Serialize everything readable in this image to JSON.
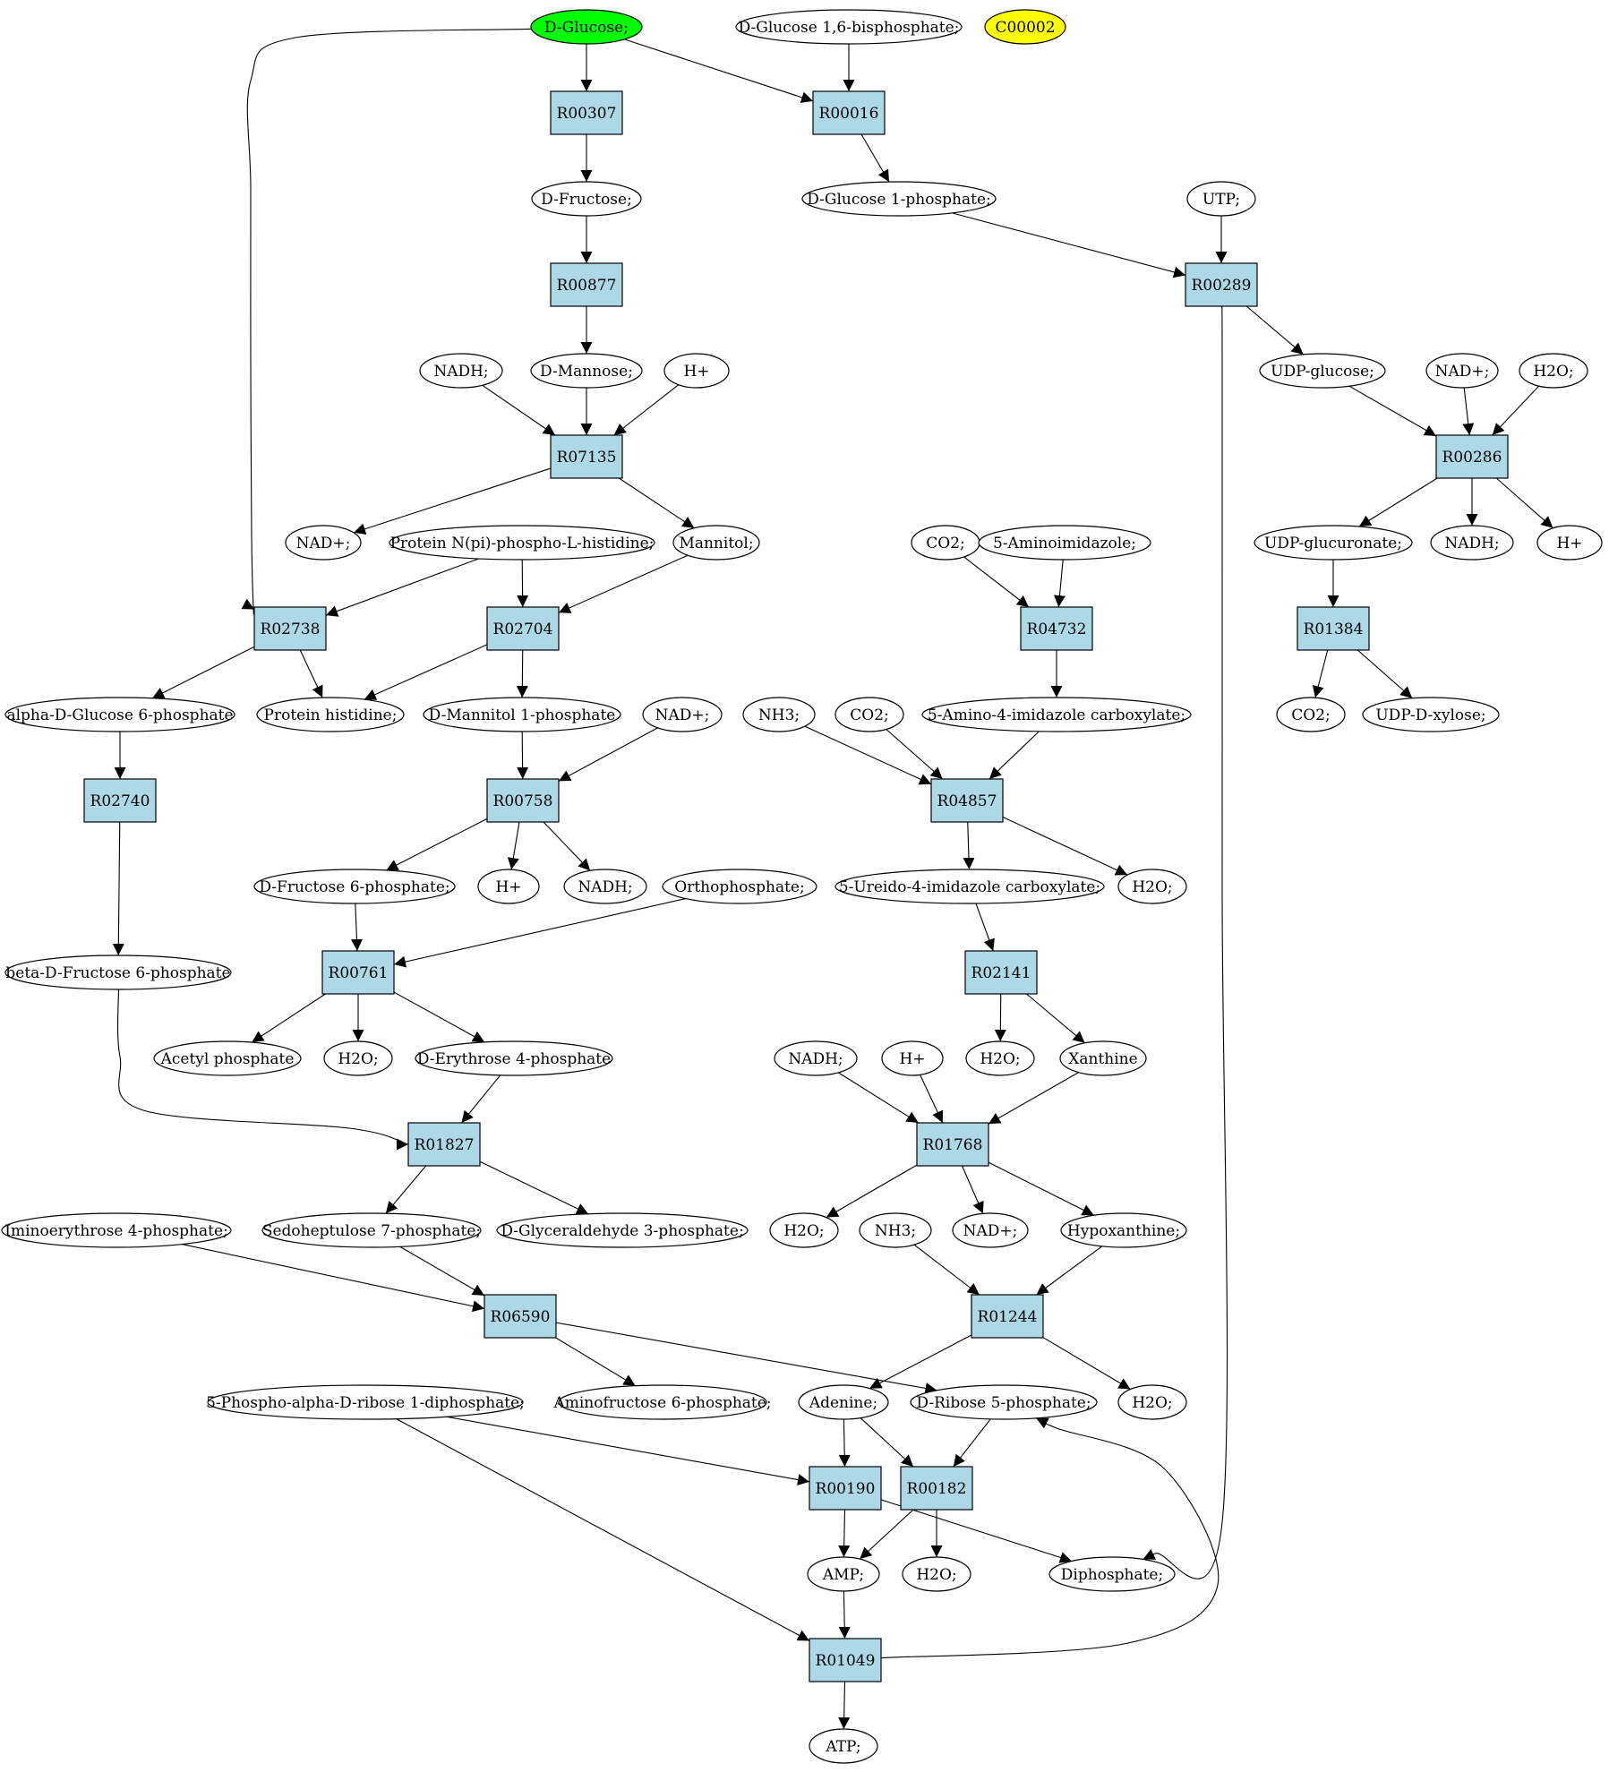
{
  "colors": {
    "reaction_fill": "#add8e6",
    "metabolite_fill": "#ffffff",
    "start_fill": "#00ff00",
    "highlight_fill": "#ffff00",
    "stroke": "#000000"
  },
  "nodes": {
    "Glc": {
      "label": "D-Glucose;",
      "kind": "start"
    },
    "G16bp": {
      "label": "D-Glucose 1,6-bisphosphate;",
      "kind": "metabolite"
    },
    "C00002": {
      "label": "C00002",
      "kind": "highlight"
    },
    "R00307": {
      "label": "R00307",
      "kind": "reaction"
    },
    "R00016": {
      "label": "R00016",
      "kind": "reaction"
    },
    "Fru": {
      "label": "D-Fructose;",
      "kind": "metabolite"
    },
    "G1P": {
      "label": "D-Glucose 1-phosphate;",
      "kind": "metabolite"
    },
    "UTP": {
      "label": "UTP;",
      "kind": "metabolite"
    },
    "R00877": {
      "label": "R00877",
      "kind": "reaction"
    },
    "R00289": {
      "label": "R00289",
      "kind": "reaction"
    },
    "NADH_a": {
      "label": "NADH;",
      "kind": "metabolite"
    },
    "Man": {
      "label": "D-Mannose;",
      "kind": "metabolite"
    },
    "Hp_a": {
      "label": "H+",
      "kind": "metabolite"
    },
    "UDPG": {
      "label": "UDP-glucose;",
      "kind": "metabolite"
    },
    "NADp_a": {
      "label": "NAD+;",
      "kind": "metabolite"
    },
    "H2O_a": {
      "label": "H2O;",
      "kind": "metabolite"
    },
    "R07135": {
      "label": "R07135",
      "kind": "reaction"
    },
    "R00286": {
      "label": "R00286",
      "kind": "reaction"
    },
    "NADp_b": {
      "label": "NAD+;",
      "kind": "metabolite"
    },
    "PNHis": {
      "label": "Protein N(pi)-phospho-L-histidine;",
      "kind": "metabolite"
    },
    "Mtl": {
      "label": "Mannitol;",
      "kind": "metabolite"
    },
    "CO2_a": {
      "label": "CO2;",
      "kind": "metabolite"
    },
    "AIm": {
      "label": "5-Aminoimidazole;",
      "kind": "metabolite"
    },
    "UDPGA": {
      "label": "UDP-glucuronate;",
      "kind": "metabolite"
    },
    "NADH_b": {
      "label": "NADH;",
      "kind": "metabolite"
    },
    "Hp_b": {
      "label": "H+",
      "kind": "metabolite"
    },
    "R02738": {
      "label": "R02738",
      "kind": "reaction"
    },
    "R02704": {
      "label": "R02704",
      "kind": "reaction"
    },
    "R04732": {
      "label": "R04732",
      "kind": "reaction"
    },
    "R01384": {
      "label": "R01384",
      "kind": "reaction"
    },
    "aG6P": {
      "label": "alpha-D-Glucose 6-phosphate",
      "kind": "metabolite"
    },
    "PHis": {
      "label": "Protein histidine;",
      "kind": "metabolite"
    },
    "M1P": {
      "label": "D-Mannitol 1-phosphate",
      "kind": "metabolite"
    },
    "NADp_c": {
      "label": "NAD+;",
      "kind": "metabolite"
    },
    "NH3_a": {
      "label": "NH3;",
      "kind": "metabolite"
    },
    "CO2_b": {
      "label": "CO2;",
      "kind": "metabolite"
    },
    "AIC": {
      "label": "5-Amino-4-imidazole carboxylate;",
      "kind": "metabolite"
    },
    "CO2_c": {
      "label": "CO2;",
      "kind": "metabolite"
    },
    "UDPX": {
      "label": "UDP-D-xylose;",
      "kind": "metabolite"
    },
    "R02740": {
      "label": "R02740",
      "kind": "reaction"
    },
    "R00758": {
      "label": "R00758",
      "kind": "reaction"
    },
    "R04857": {
      "label": "R04857",
      "kind": "reaction"
    },
    "F6P": {
      "label": "D-Fructose 6-phosphate;",
      "kind": "metabolite"
    },
    "Hp_c": {
      "label": "H+",
      "kind": "metabolite"
    },
    "NADH_c": {
      "label": "NADH;",
      "kind": "metabolite"
    },
    "Pi": {
      "label": "Orthophosphate;",
      "kind": "metabolite"
    },
    "UIC": {
      "label": "5-Ureido-4-imidazole carboxylate;",
      "kind": "metabolite"
    },
    "H2O_b": {
      "label": "H2O;",
      "kind": "metabolite"
    },
    "bF6P": {
      "label": "beta-D-Fructose 6-phosphate",
      "kind": "metabolite"
    },
    "R00761": {
      "label": "R00761",
      "kind": "reaction"
    },
    "R02141": {
      "label": "R02141",
      "kind": "reaction"
    },
    "AcP": {
      "label": "Acetyl phosphate",
      "kind": "metabolite"
    },
    "H2O_c": {
      "label": "H2O;",
      "kind": "metabolite"
    },
    "E4P": {
      "label": "D-Erythrose 4-phosphate",
      "kind": "metabolite"
    },
    "NADH_d": {
      "label": "NADH;",
      "kind": "metabolite"
    },
    "Hp_d": {
      "label": "H+",
      "kind": "metabolite"
    },
    "H2O_d": {
      "label": "H2O;",
      "kind": "metabolite"
    },
    "Xan": {
      "label": "Xanthine",
      "kind": "metabolite"
    },
    "R01827": {
      "label": "R01827",
      "kind": "reaction"
    },
    "R01768": {
      "label": "R01768",
      "kind": "reaction"
    },
    "IE4P": {
      "label": "Iminoerythrose 4-phosphate;",
      "kind": "metabolite"
    },
    "S7P": {
      "label": "Sedoheptulose 7-phosphate;",
      "kind": "metabolite"
    },
    "GAP": {
      "label": "D-Glyceraldehyde 3-phosphate;",
      "kind": "metabolite"
    },
    "H2O_e": {
      "label": "H2O;",
      "kind": "metabolite"
    },
    "NH3_b": {
      "label": "NH3;",
      "kind": "metabolite"
    },
    "NADp_d": {
      "label": "NAD+;",
      "kind": "metabolite"
    },
    "Hyp": {
      "label": "Hypoxanthine;",
      "kind": "metabolite"
    },
    "R06590": {
      "label": "R06590",
      "kind": "reaction"
    },
    "R01244": {
      "label": "R01244",
      "kind": "reaction"
    },
    "PRPP": {
      "label": "5-Phospho-alpha-D-ribose 1-diphosphate;",
      "kind": "metabolite"
    },
    "AF6P": {
      "label": "Aminofructose 6-phosphate;",
      "kind": "metabolite"
    },
    "Ade": {
      "label": "Adenine;",
      "kind": "metabolite"
    },
    "R5P": {
      "label": "D-Ribose 5-phosphate;",
      "kind": "metabolite"
    },
    "H2O_f": {
      "label": "H2O;",
      "kind": "metabolite"
    },
    "R00190": {
      "label": "R00190",
      "kind": "reaction"
    },
    "R00182": {
      "label": "R00182",
      "kind": "reaction"
    },
    "AMP": {
      "label": "AMP;",
      "kind": "metabolite"
    },
    "H2O_g": {
      "label": "H2O;",
      "kind": "metabolite"
    },
    "PPi": {
      "label": "Diphosphate;",
      "kind": "metabolite"
    },
    "R01049": {
      "label": "R01049",
      "kind": "reaction"
    },
    "ATP": {
      "label": "ATP;",
      "kind": "metabolite"
    }
  },
  "edges": [
    [
      "Glc",
      "R00307"
    ],
    [
      "Glc",
      "R00016"
    ],
    [
      "Glc",
      "R02738"
    ],
    [
      "G16bp",
      "R00016"
    ],
    [
      "R00307",
      "Fru"
    ],
    [
      "R00016",
      "G1P"
    ],
    [
      "Fru",
      "R00877"
    ],
    [
      "R00877",
      "Man"
    ],
    [
      "G1P",
      "R00289"
    ],
    [
      "UTP",
      "R00289"
    ],
    [
      "R00289",
      "UDPG"
    ],
    [
      "R00289",
      "PPi"
    ],
    [
      "NADH_a",
      "R07135"
    ],
    [
      "Man",
      "R07135"
    ],
    [
      "Hp_a",
      "R07135"
    ],
    [
      "R07135",
      "NADp_b"
    ],
    [
      "R07135",
      "Mtl"
    ],
    [
      "UDPG",
      "R00286"
    ],
    [
      "NADp_a",
      "R00286"
    ],
    [
      "H2O_a",
      "R00286"
    ],
    [
      "R00286",
      "UDPGA"
    ],
    [
      "R00286",
      "NADH_b"
    ],
    [
      "R00286",
      "Hp_b"
    ],
    [
      "PNHis",
      "R02738"
    ],
    [
      "PNHis",
      "R02704"
    ],
    [
      "Mtl",
      "R02704"
    ],
    [
      "R02738",
      "aG6P"
    ],
    [
      "R02738",
      "PHis"
    ],
    [
      "R02704",
      "PHis"
    ],
    [
      "R02704",
      "M1P"
    ],
    [
      "CO2_a",
      "R04732"
    ],
    [
      "AIm",
      "R04732"
    ],
    [
      "R04732",
      "AIC"
    ],
    [
      "UDPGA",
      "R01384"
    ],
    [
      "R01384",
      "CO2_c"
    ],
    [
      "R01384",
      "UDPX"
    ],
    [
      "aG6P",
      "R02740"
    ],
    [
      "R02740",
      "bF6P"
    ],
    [
      "M1P",
      "R00758"
    ],
    [
      "NADp_c",
      "R00758"
    ],
    [
      "R00758",
      "F6P"
    ],
    [
      "R00758",
      "Hp_c"
    ],
    [
      "R00758",
      "NADH_c"
    ],
    [
      "NH3_a",
      "R04857"
    ],
    [
      "CO2_b",
      "R04857"
    ],
    [
      "AIC",
      "R04857"
    ],
    [
      "R04857",
      "UIC"
    ],
    [
      "R04857",
      "H2O_b"
    ],
    [
      "F6P",
      "R00761"
    ],
    [
      "Pi",
      "R00761"
    ],
    [
      "R00761",
      "AcP"
    ],
    [
      "R00761",
      "H2O_c"
    ],
    [
      "R00761",
      "E4P"
    ],
    [
      "UIC",
      "R02141"
    ],
    [
      "R02141",
      "H2O_d"
    ],
    [
      "R02141",
      "Xan"
    ],
    [
      "bF6P",
      "R01827"
    ],
    [
      "E4P",
      "R01827"
    ],
    [
      "R01827",
      "S7P"
    ],
    [
      "R01827",
      "GAP"
    ],
    [
      "NADH_d",
      "R01768"
    ],
    [
      "Hp_d",
      "R01768"
    ],
    [
      "Xan",
      "R01768"
    ],
    [
      "R01768",
      "H2O_e"
    ],
    [
      "R01768",
      "NADp_d"
    ],
    [
      "R01768",
      "Hyp"
    ],
    [
      "IE4P",
      "R06590"
    ],
    [
      "S7P",
      "R06590"
    ],
    [
      "R06590",
      "AF6P"
    ],
    [
      "R06590",
      "R5P"
    ],
    [
      "NH3_b",
      "R01244"
    ],
    [
      "Hyp",
      "R01244"
    ],
    [
      "R01244",
      "Ade"
    ],
    [
      "R01244",
      "H2O_f"
    ],
    [
      "PRPP",
      "R00190"
    ],
    [
      "PRPP",
      "R01049"
    ],
    [
      "Ade",
      "R00190"
    ],
    [
      "Ade",
      "R00182"
    ],
    [
      "R5P",
      "R00182"
    ],
    [
      "R00190",
      "AMP"
    ],
    [
      "R00190",
      "PPi"
    ],
    [
      "R00182",
      "AMP"
    ],
    [
      "R00182",
      "H2O_g"
    ],
    [
      "AMP",
      "R01049"
    ],
    [
      "R01049",
      "ATP"
    ],
    [
      "R01049",
      "R5P"
    ]
  ]
}
